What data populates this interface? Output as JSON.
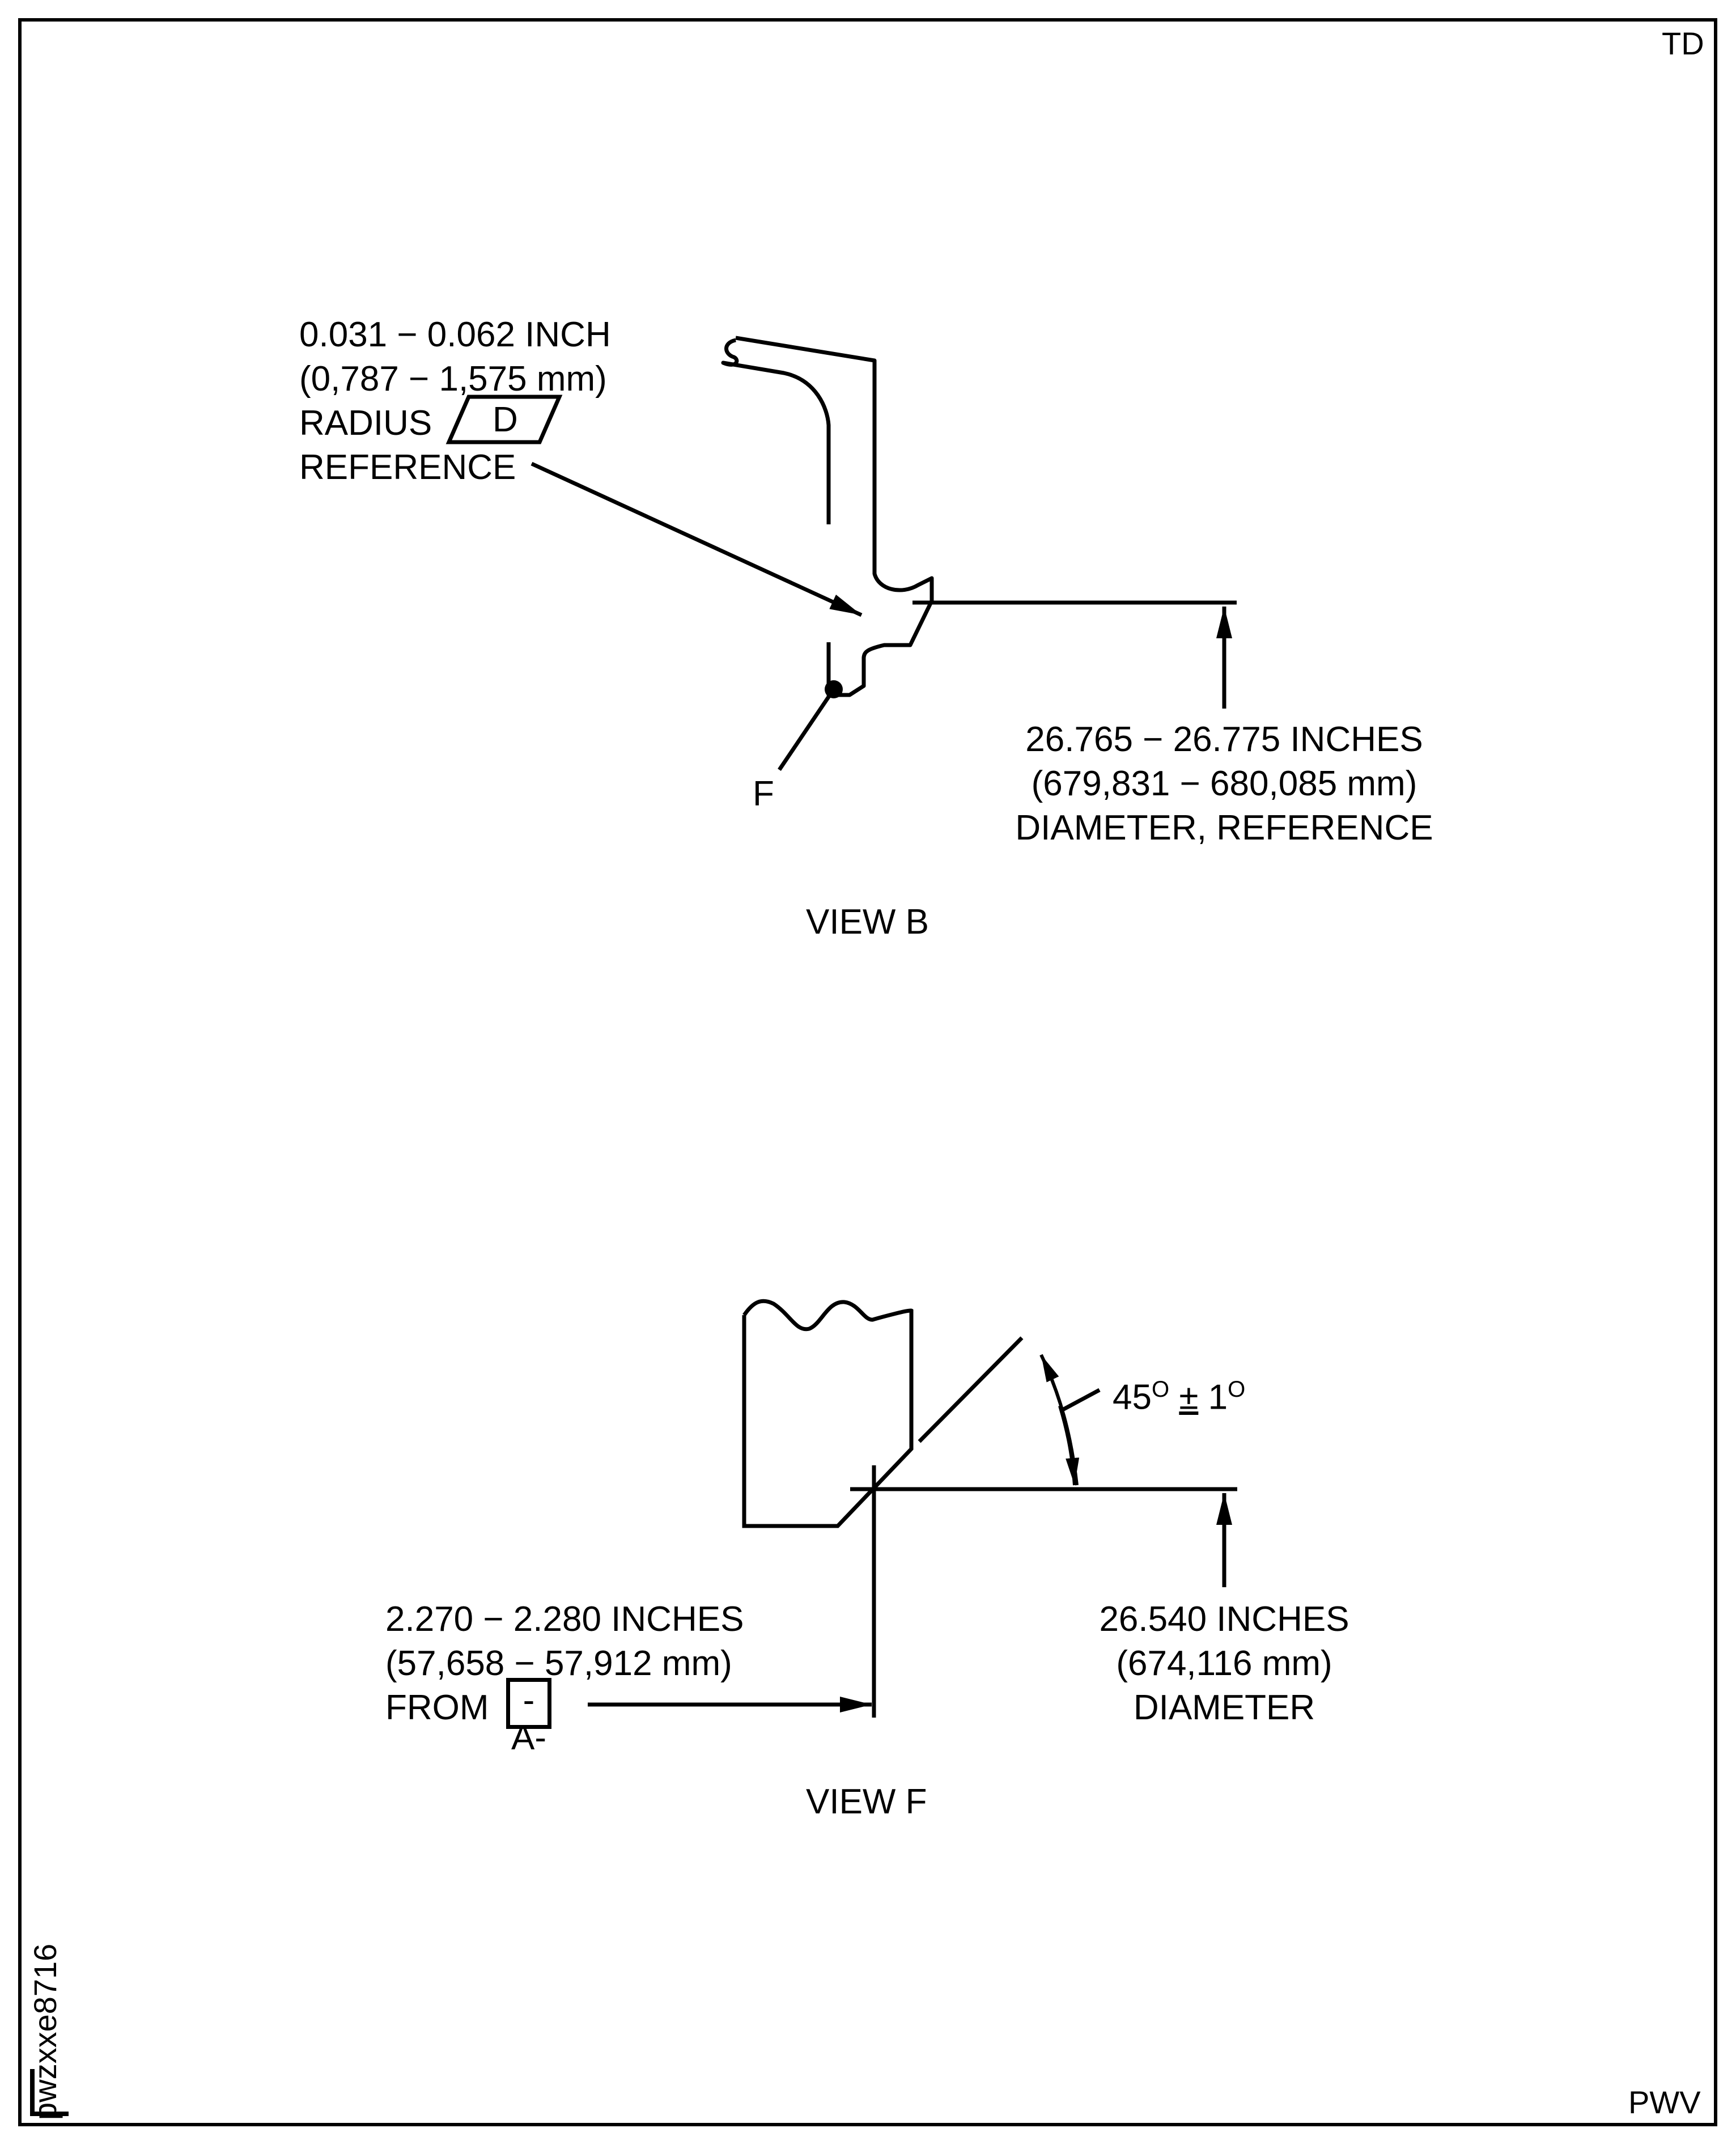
{
  "sheet": {
    "corner_top_right": "TD",
    "corner_bottom_right": "PWV",
    "figure_id": "pwzxxe8716",
    "line_color": "#000000",
    "background_color": "#ffffff"
  },
  "view_b": {
    "title": "VIEW B",
    "radius_callout": {
      "line1": "0.031 − 0.062 INCH",
      "line2": "(0,787 − 1,575 mm)",
      "line3": "RADIUS",
      "line4": "REFERENCE",
      "datum_symbol": "D"
    },
    "point_label": "F",
    "diameter_callout": {
      "line1": "26.765 − 26.775 INCHES",
      "line2": "(679,831 − 680,085 mm)",
      "line3": "DIAMETER, REFERENCE"
    }
  },
  "view_f": {
    "title": "VIEW F",
    "angle_callout": {
      "value": "45",
      "degree": "O",
      "tolerance_sign": "±",
      "tolerance": "1",
      "tolerance_degree": "O"
    },
    "offset_callout": {
      "line1": "2.270 − 2.280 INCHES",
      "line2": "(57,658 − 57,912 mm)",
      "line3": "FROM",
      "datum": "-A-"
    },
    "diameter_callout": {
      "line1": "26.540 INCHES",
      "line2": "(674,116 mm)",
      "line3": "DIAMETER"
    }
  }
}
